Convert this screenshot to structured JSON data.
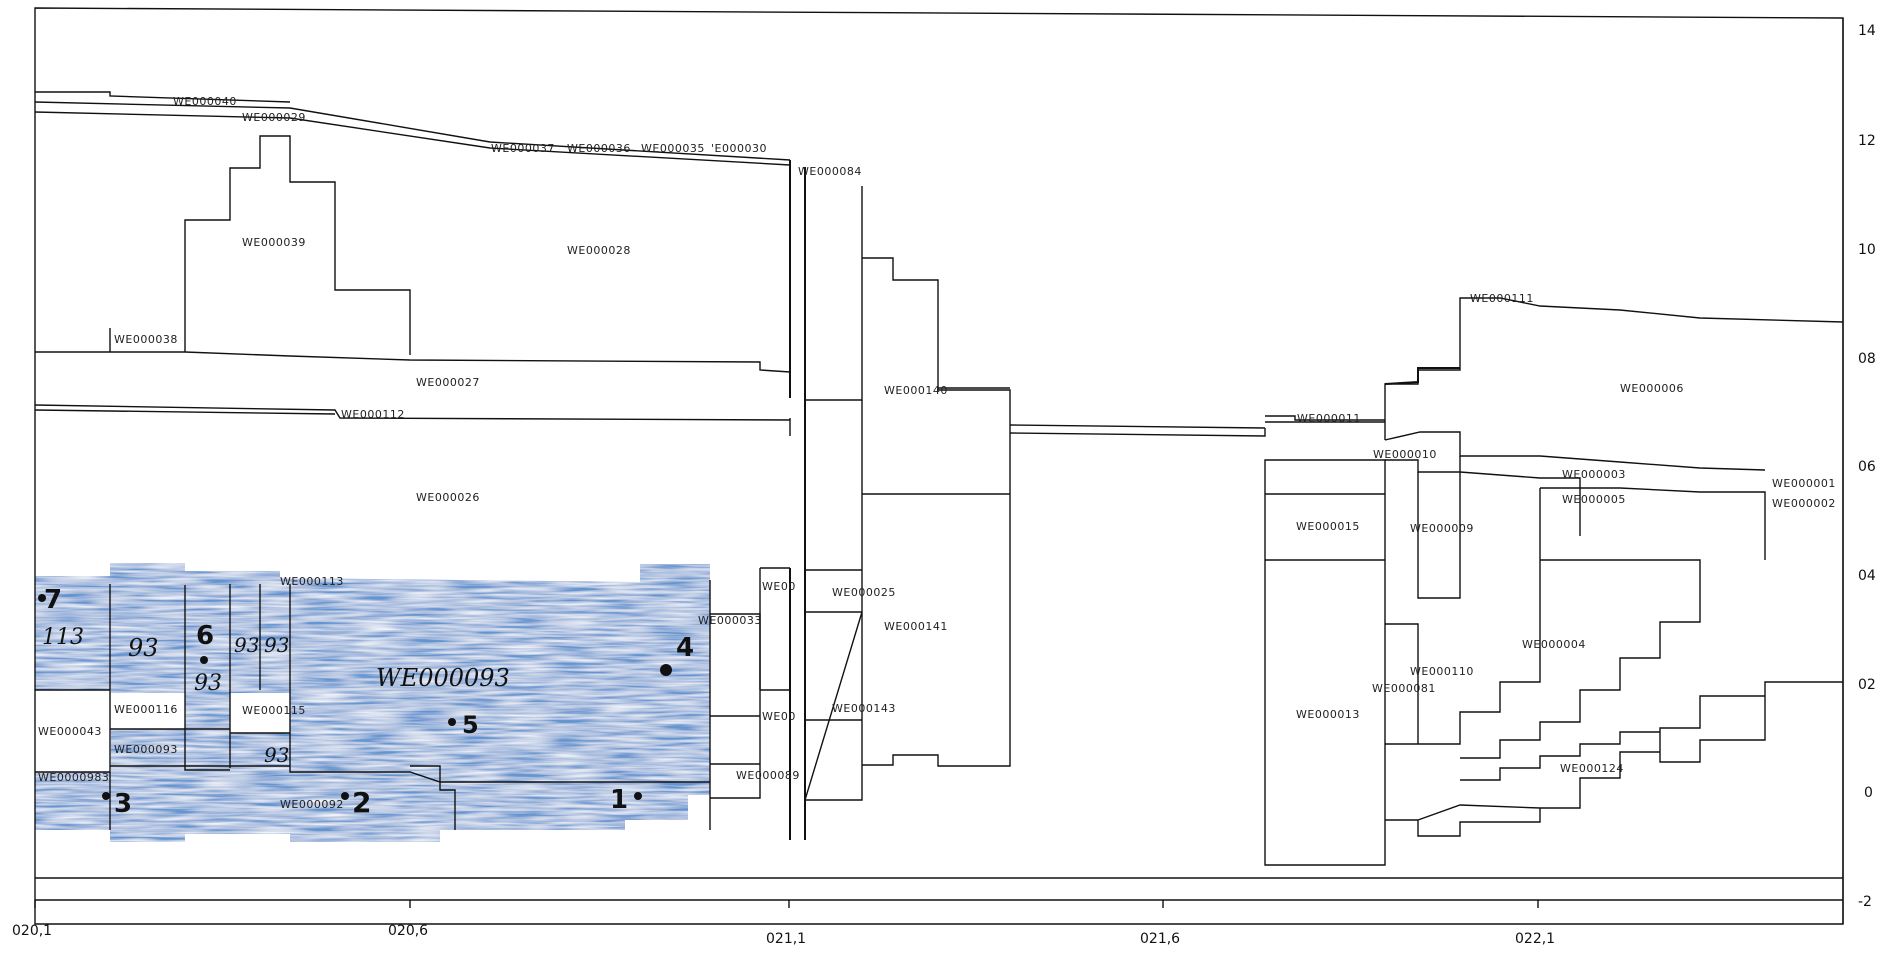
{
  "colors": {
    "line": "#111111",
    "shading": "#4f86c9",
    "background": "#ffffff"
  },
  "axis": {
    "right_ticks": [
      "14",
      "12",
      "10",
      "08",
      "06",
      "04",
      "02",
      "0",
      "-2"
    ],
    "bottom_ticks": [
      "020,1",
      "020,6",
      "021,1",
      "021,6",
      "022,1"
    ]
  },
  "units": {
    "we40": "WE000040",
    "we29": "WE000029",
    "we37": "WE000037",
    "we36": "WE000036",
    "we35": "WE000035",
    "we30": "'E000030",
    "we84": "WE000084",
    "we39": "WE000039",
    "we28": "WE000028",
    "we38": "WE000038",
    "we27": "WE000027",
    "we112": "WE000112",
    "we140": "WE000140",
    "we26": "WE000026",
    "we113": "WE000113",
    "we00a": "WE00",
    "we25": "WE000025",
    "we33": "WE000033",
    "we141": "WE000141",
    "we116": "WE000116",
    "we115": "WE000115",
    "we43": "WE000043",
    "we93": "WE000093",
    "we00b": "WE00",
    "we143": "WE000143",
    "we098": "WE0000983",
    "we92": "WE000092",
    "we89": "WE000089",
    "we111": "WE000111",
    "we06": "WE000006",
    "we11": "WE000011",
    "we10": "WE000010",
    "we03": "WE000003",
    "we01": "WE000001",
    "we05": "WE000005",
    "we02": "WE000002",
    "we15": "WE000015",
    "we09": "WE000009",
    "we04": "WE000004",
    "we110": "WE000110",
    "we81": "WE000081",
    "we13": "WE000013",
    "we124": "WE000124"
  },
  "handwritten": {
    "main_label": "WE000093",
    "n1": "1",
    "n2": "2",
    "n3": "3",
    "n4": "4",
    "n5": "5",
    "n6": "6",
    "n7": "7",
    "h113": "113",
    "h93a": "93",
    "h93b": "93",
    "h93c": "93",
    "h93d": "93",
    "h93e": "93"
  }
}
